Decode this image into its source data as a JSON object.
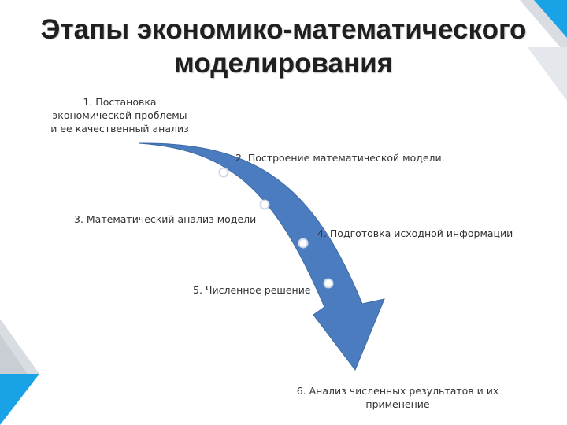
{
  "title": {
    "line1": "Этапы экономико-математического",
    "line2": "моделирования"
  },
  "steps": [
    {
      "lines": [
        "1. Постановка",
        "экономической проблемы",
        "и ее качественный анализ"
      ]
    },
    {
      "text": "2. Построение математической модели."
    },
    {
      "text": "3. Математический анализ  модели"
    },
    {
      "text": "4. Подготовка исходной информации"
    },
    {
      "text": "5. Численное решение"
    },
    {
      "text": "6. Анализ численных результатов и их применение"
    }
  ],
  "colors": {
    "arrow": "#4a7cbf",
    "arrow_edge": "#3d6aa6",
    "dot_fill": "#ffffff",
    "corner_light": "#d9dde2",
    "corner_blue": "#19a3e6"
  }
}
